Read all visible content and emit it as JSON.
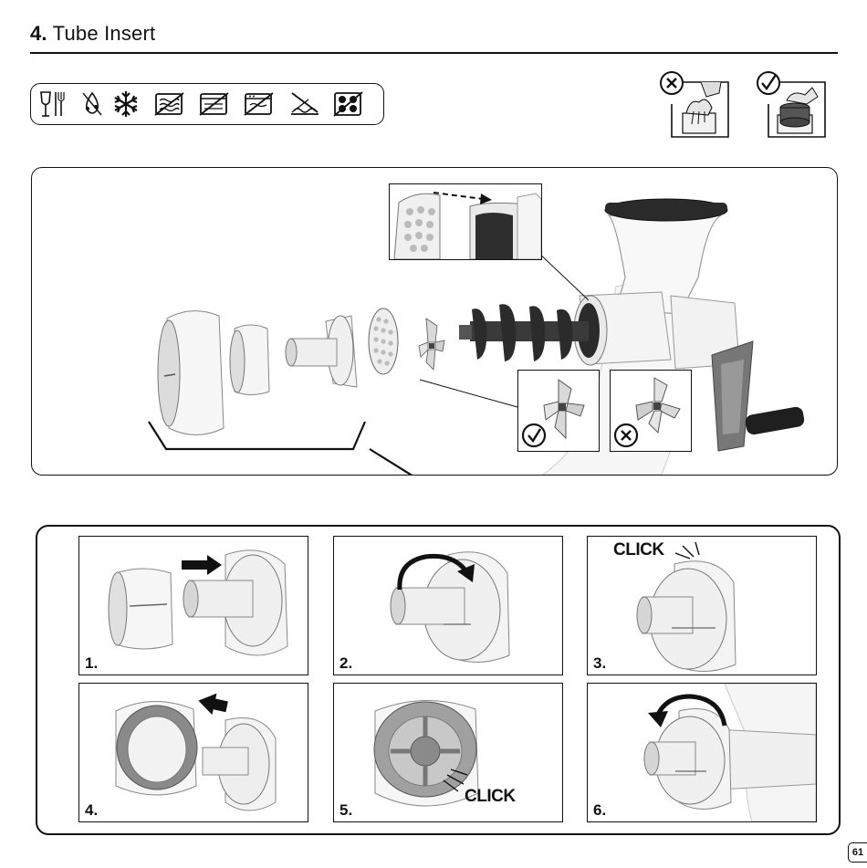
{
  "header": {
    "section_number": "4.",
    "section_title": "Tube Insert"
  },
  "care_icons": [
    "dishwasher-icon",
    "no-oil-icon",
    "freezer-icon",
    "no-microwave-icon",
    "no-oven-icon",
    "no-microwave-oven-icon",
    "no-heating-icon",
    "no-hob-icon"
  ],
  "tips": [
    {
      "status": "wrong",
      "icon": "cross-circle-icon"
    },
    {
      "status": "correct",
      "icon": "check-circle-icon"
    }
  ],
  "blade_options": [
    {
      "status": "correct",
      "icon": "check-circle-icon"
    },
    {
      "status": "wrong",
      "icon": "cross-circle-icon"
    }
  ],
  "steps": [
    {
      "label": "1."
    },
    {
      "label": "2."
    },
    {
      "label": "3.",
      "callout": "CLICK"
    },
    {
      "label": "4."
    },
    {
      "label": "5.",
      "callout": "CLICK"
    },
    {
      "label": "6."
    }
  ],
  "page_number": "61"
}
